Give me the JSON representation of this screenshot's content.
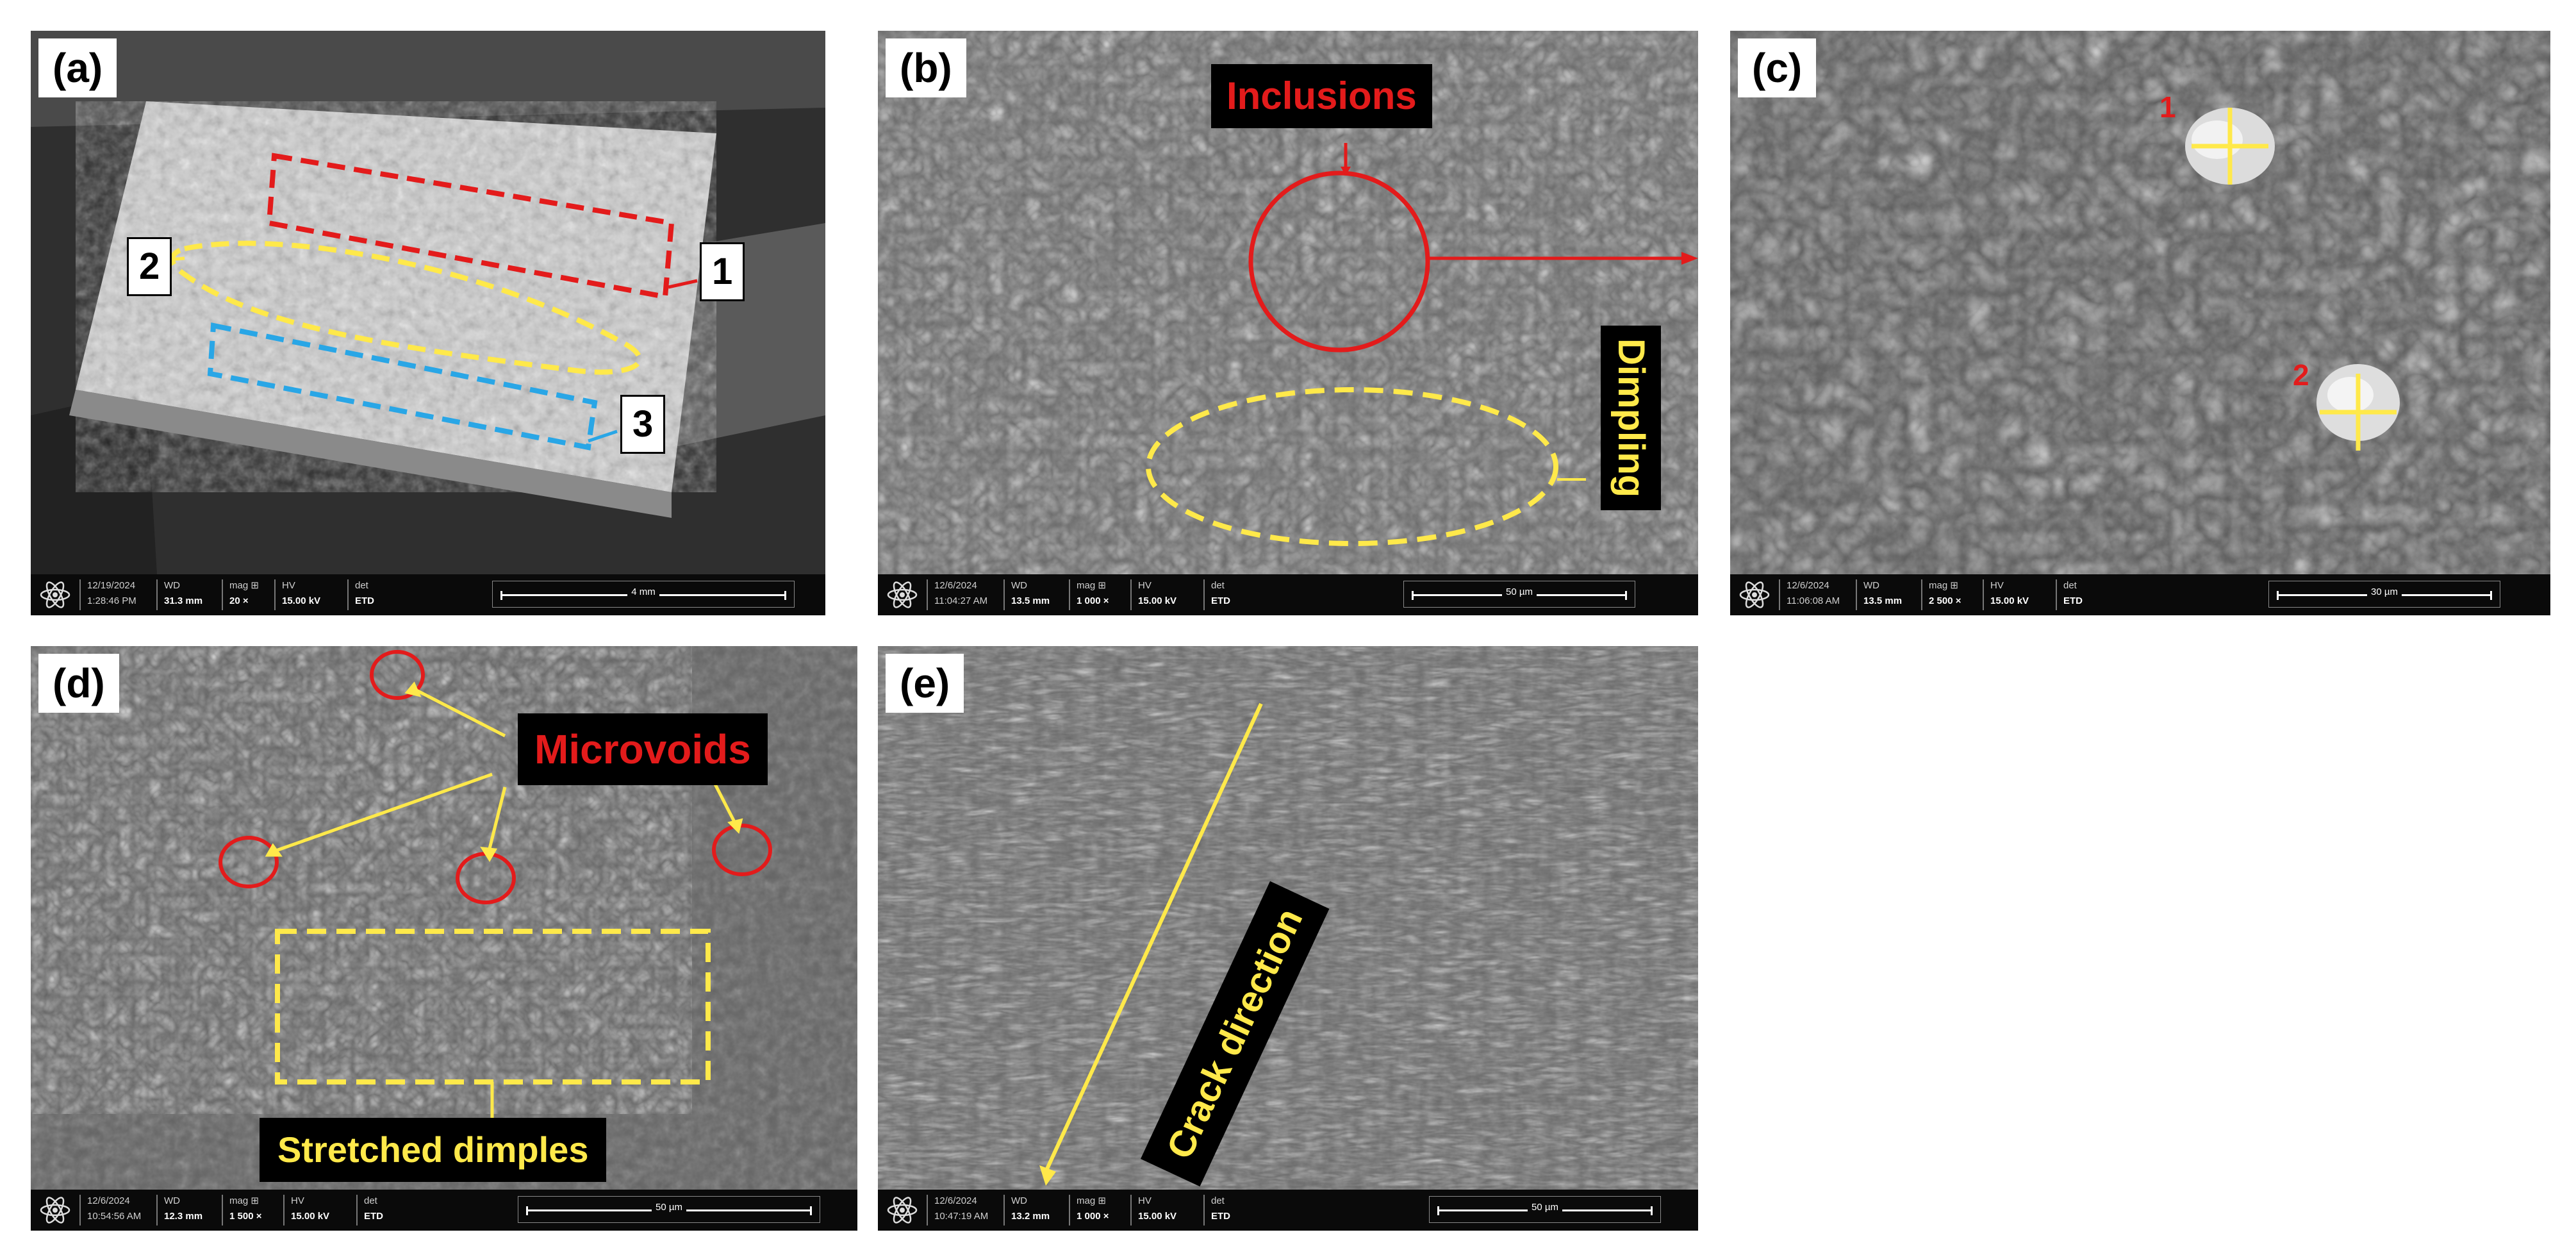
{
  "panels": {
    "a": {
      "label": "(a)",
      "zones": [
        "1",
        "2",
        "3"
      ],
      "databar": {
        "date": "12/19/2024",
        "time": "1:28:46 PM",
        "wd_label": "WD",
        "wd": "31.3 mm",
        "mag_label": "mag ⊞",
        "mag": "20 ×",
        "hv_label": "HV",
        "hv": "15.00 kV",
        "det_label": "det",
        "det": "ETD",
        "scale": "4 mm"
      }
    },
    "b": {
      "label": "(b)",
      "callout_inclusions": "Inclusions",
      "callout_dimpling": "Dimpling",
      "databar": {
        "date": "12/6/2024",
        "time": "11:04:27 AM",
        "wd_label": "WD",
        "wd": "13.5 mm",
        "mag_label": "mag ⊞",
        "mag": "1 000 ×",
        "hv_label": "HV",
        "hv": "15.00 kV",
        "det_label": "det",
        "det": "ETD",
        "scale": "50 µm"
      }
    },
    "c": {
      "label": "(c)",
      "marks": [
        "1",
        "2"
      ],
      "databar": {
        "date": "12/6/2024",
        "time": "11:06:08 AM",
        "wd_label": "WD",
        "wd": "13.5 mm",
        "mag_label": "mag ⊞",
        "mag": "2 500 ×",
        "hv_label": "HV",
        "hv": "15.00 kV",
        "det_label": "det",
        "det": "ETD",
        "scale": "30 µm"
      }
    },
    "d": {
      "label": "(d)",
      "callout_microvoids": "Microvoids",
      "callout_stretched": "Stretched dimples",
      "databar": {
        "date": "12/6/2024",
        "time": "10:54:56 AM",
        "wd_label": "WD",
        "wd": "12.3 mm",
        "mag_label": "mag ⊞",
        "mag": "1 500 ×",
        "hv_label": "HV",
        "hv": "15.00 kV",
        "det_label": "det",
        "det": "ETD",
        "scale": "50 µm"
      }
    },
    "e": {
      "label": "(e)",
      "callout_crack": "Crack direction",
      "databar": {
        "date": "12/6/2024",
        "time": "10:47:19 AM",
        "wd_label": "WD",
        "wd": "13.2 mm",
        "mag_label": "mag ⊞",
        "mag": "1 000 ×",
        "hv_label": "HV",
        "hv": "15.00 kV",
        "det_label": "det",
        "det": "ETD",
        "scale": "50 µm"
      }
    }
  },
  "colors": {
    "red_annotation": "#e31b1b",
    "yellow_annotation": "#ffe94a",
    "blue_annotation": "#29a6e6"
  }
}
